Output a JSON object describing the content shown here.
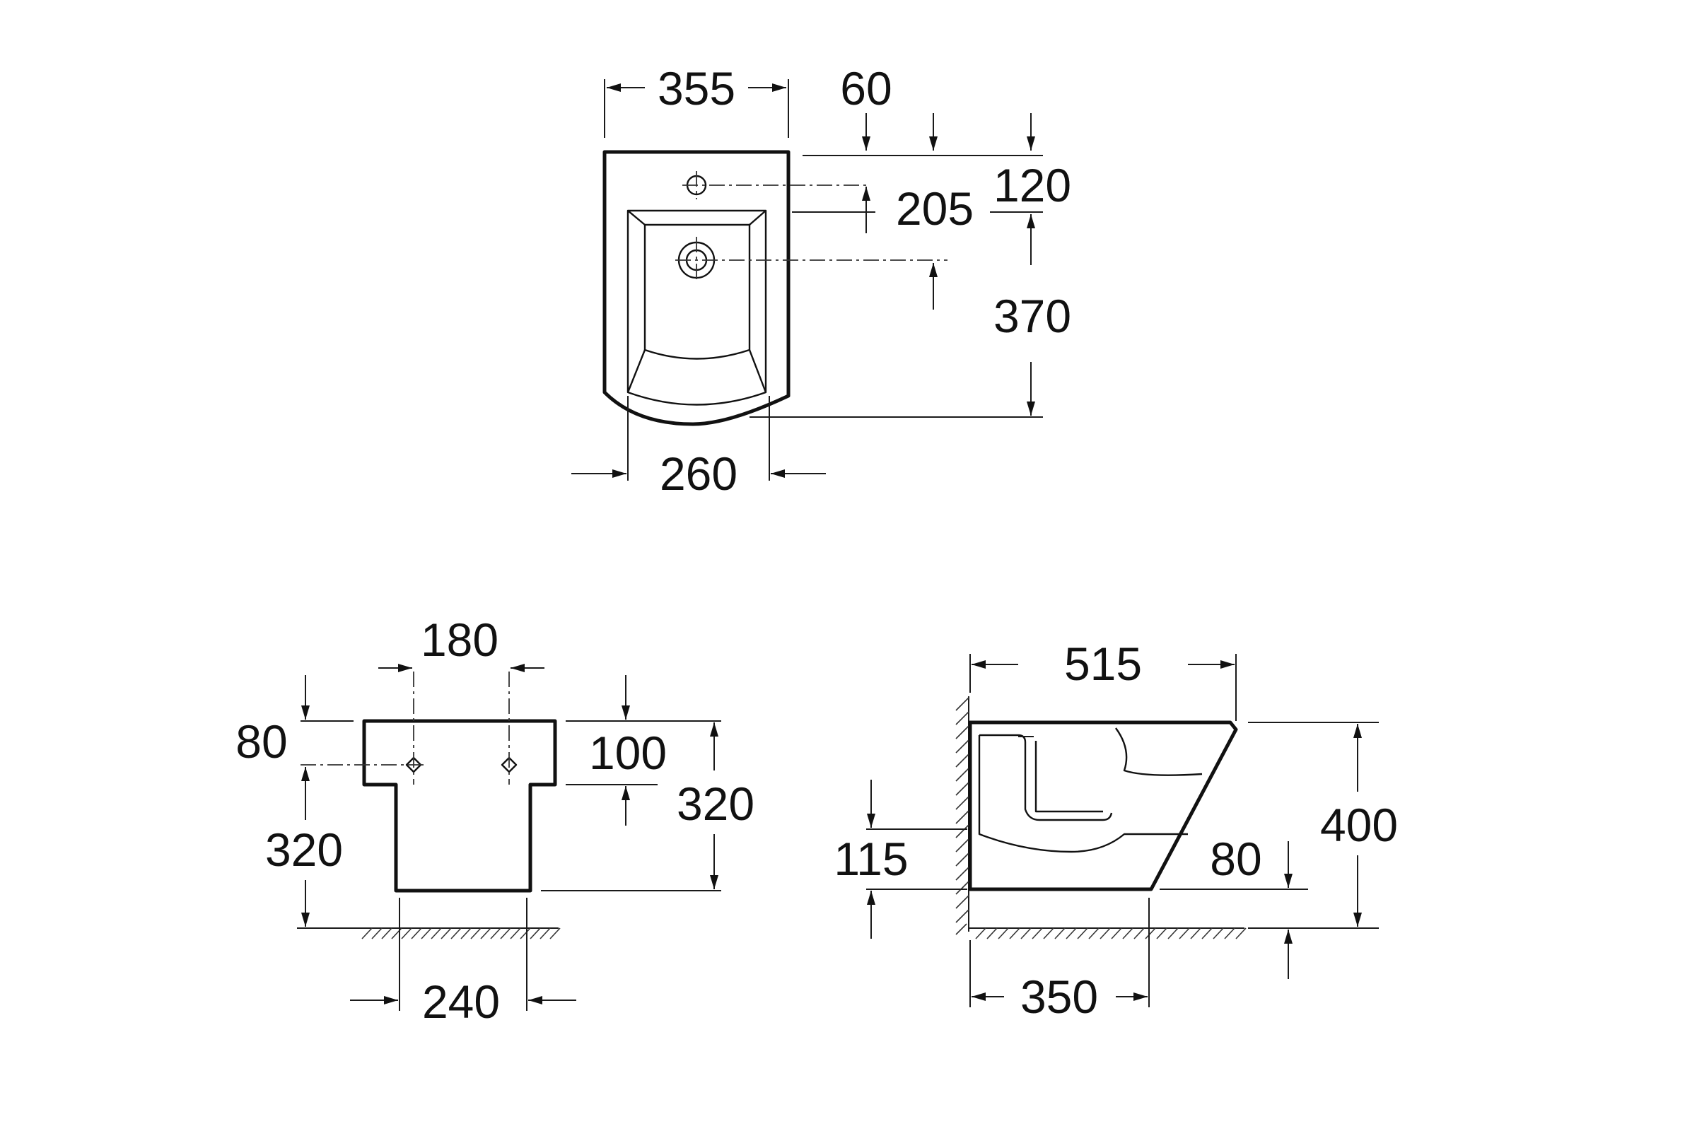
{
  "colors": {
    "line": "#111111",
    "background": "#ffffff"
  },
  "views": {
    "top": {
      "width": "355",
      "inner_width": "260",
      "tap_offset_left": "60",
      "tap_hole_depth": "120",
      "drain_depth": "205",
      "bowl_depth": "370"
    },
    "front": {
      "hole_spacing": "180",
      "foot_width": "240",
      "hole_height": "80",
      "rim_thickness": "100",
      "height_to_holes": "320",
      "body_height": "320"
    },
    "side": {
      "overall_depth": "515",
      "base_depth": "350",
      "overall_height": "400",
      "wall_connection_height": "115",
      "base_offset": "80"
    }
  }
}
